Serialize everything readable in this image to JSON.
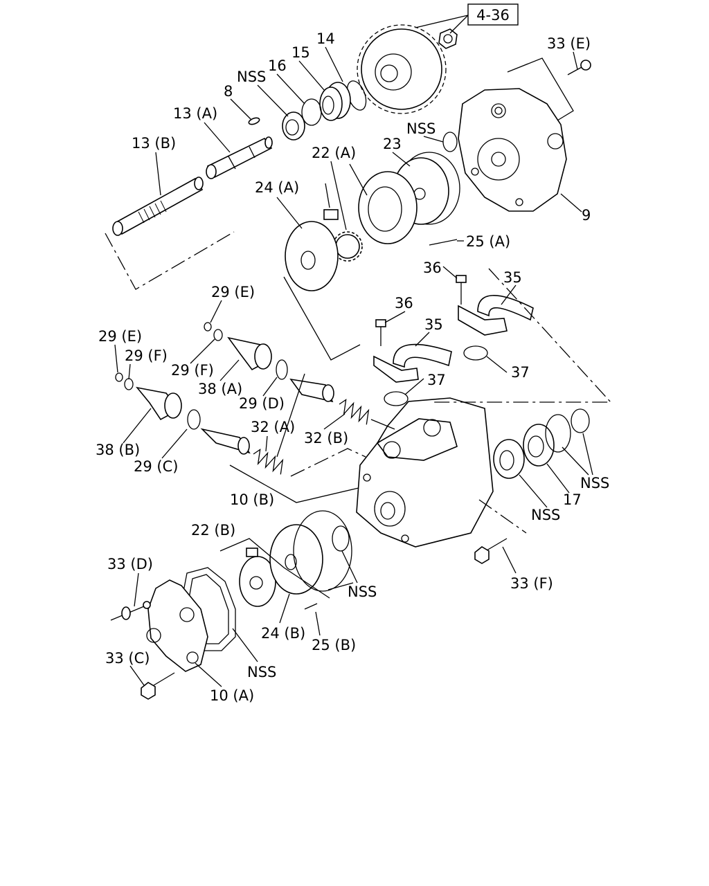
{
  "diagram": {
    "ref_box": "4-36",
    "labels": {
      "l14": "14",
      "l15": "15",
      "l16": "16",
      "l8": "8",
      "lNSS1": "NSS",
      "l13A": "13 (A)",
      "l13B": "13 (B)",
      "l33E": "33 (E)",
      "lNSS2": "NSS",
      "l23": "23",
      "l22A": "22 (A)",
      "l24A": "24 (A)",
      "l9": "9",
      "l25A": "25 (A)",
      "l36a": "36",
      "l35a": "35",
      "l29E1": "29 (E)",
      "l36b": "36",
      "l35b": "35",
      "l29E2": "29 (E)",
      "l29F1": "29 (F)",
      "l29F2": "29 (F)",
      "l38A": "38 (A)",
      "l37a": "37",
      "l37b": "37",
      "l29D": "29 (D)",
      "l32A": "32 (A)",
      "l32B": "32 (B)",
      "l38B": "38 (B)",
      "l29C": "29 (C)",
      "lNSS3": "NSS",
      "l10B": "10 (B)",
      "l17": "17",
      "lNSS4": "NSS",
      "l22B": "22 (B)",
      "l33D": "33 (D)",
      "lNSS5": "NSS",
      "l33F": "33 (F)",
      "l24B": "24 (B)",
      "l25B": "25 (B)",
      "l33C": "33 (C)",
      "lNSS6": "NSS",
      "l10A": "10 (A)"
    }
  }
}
